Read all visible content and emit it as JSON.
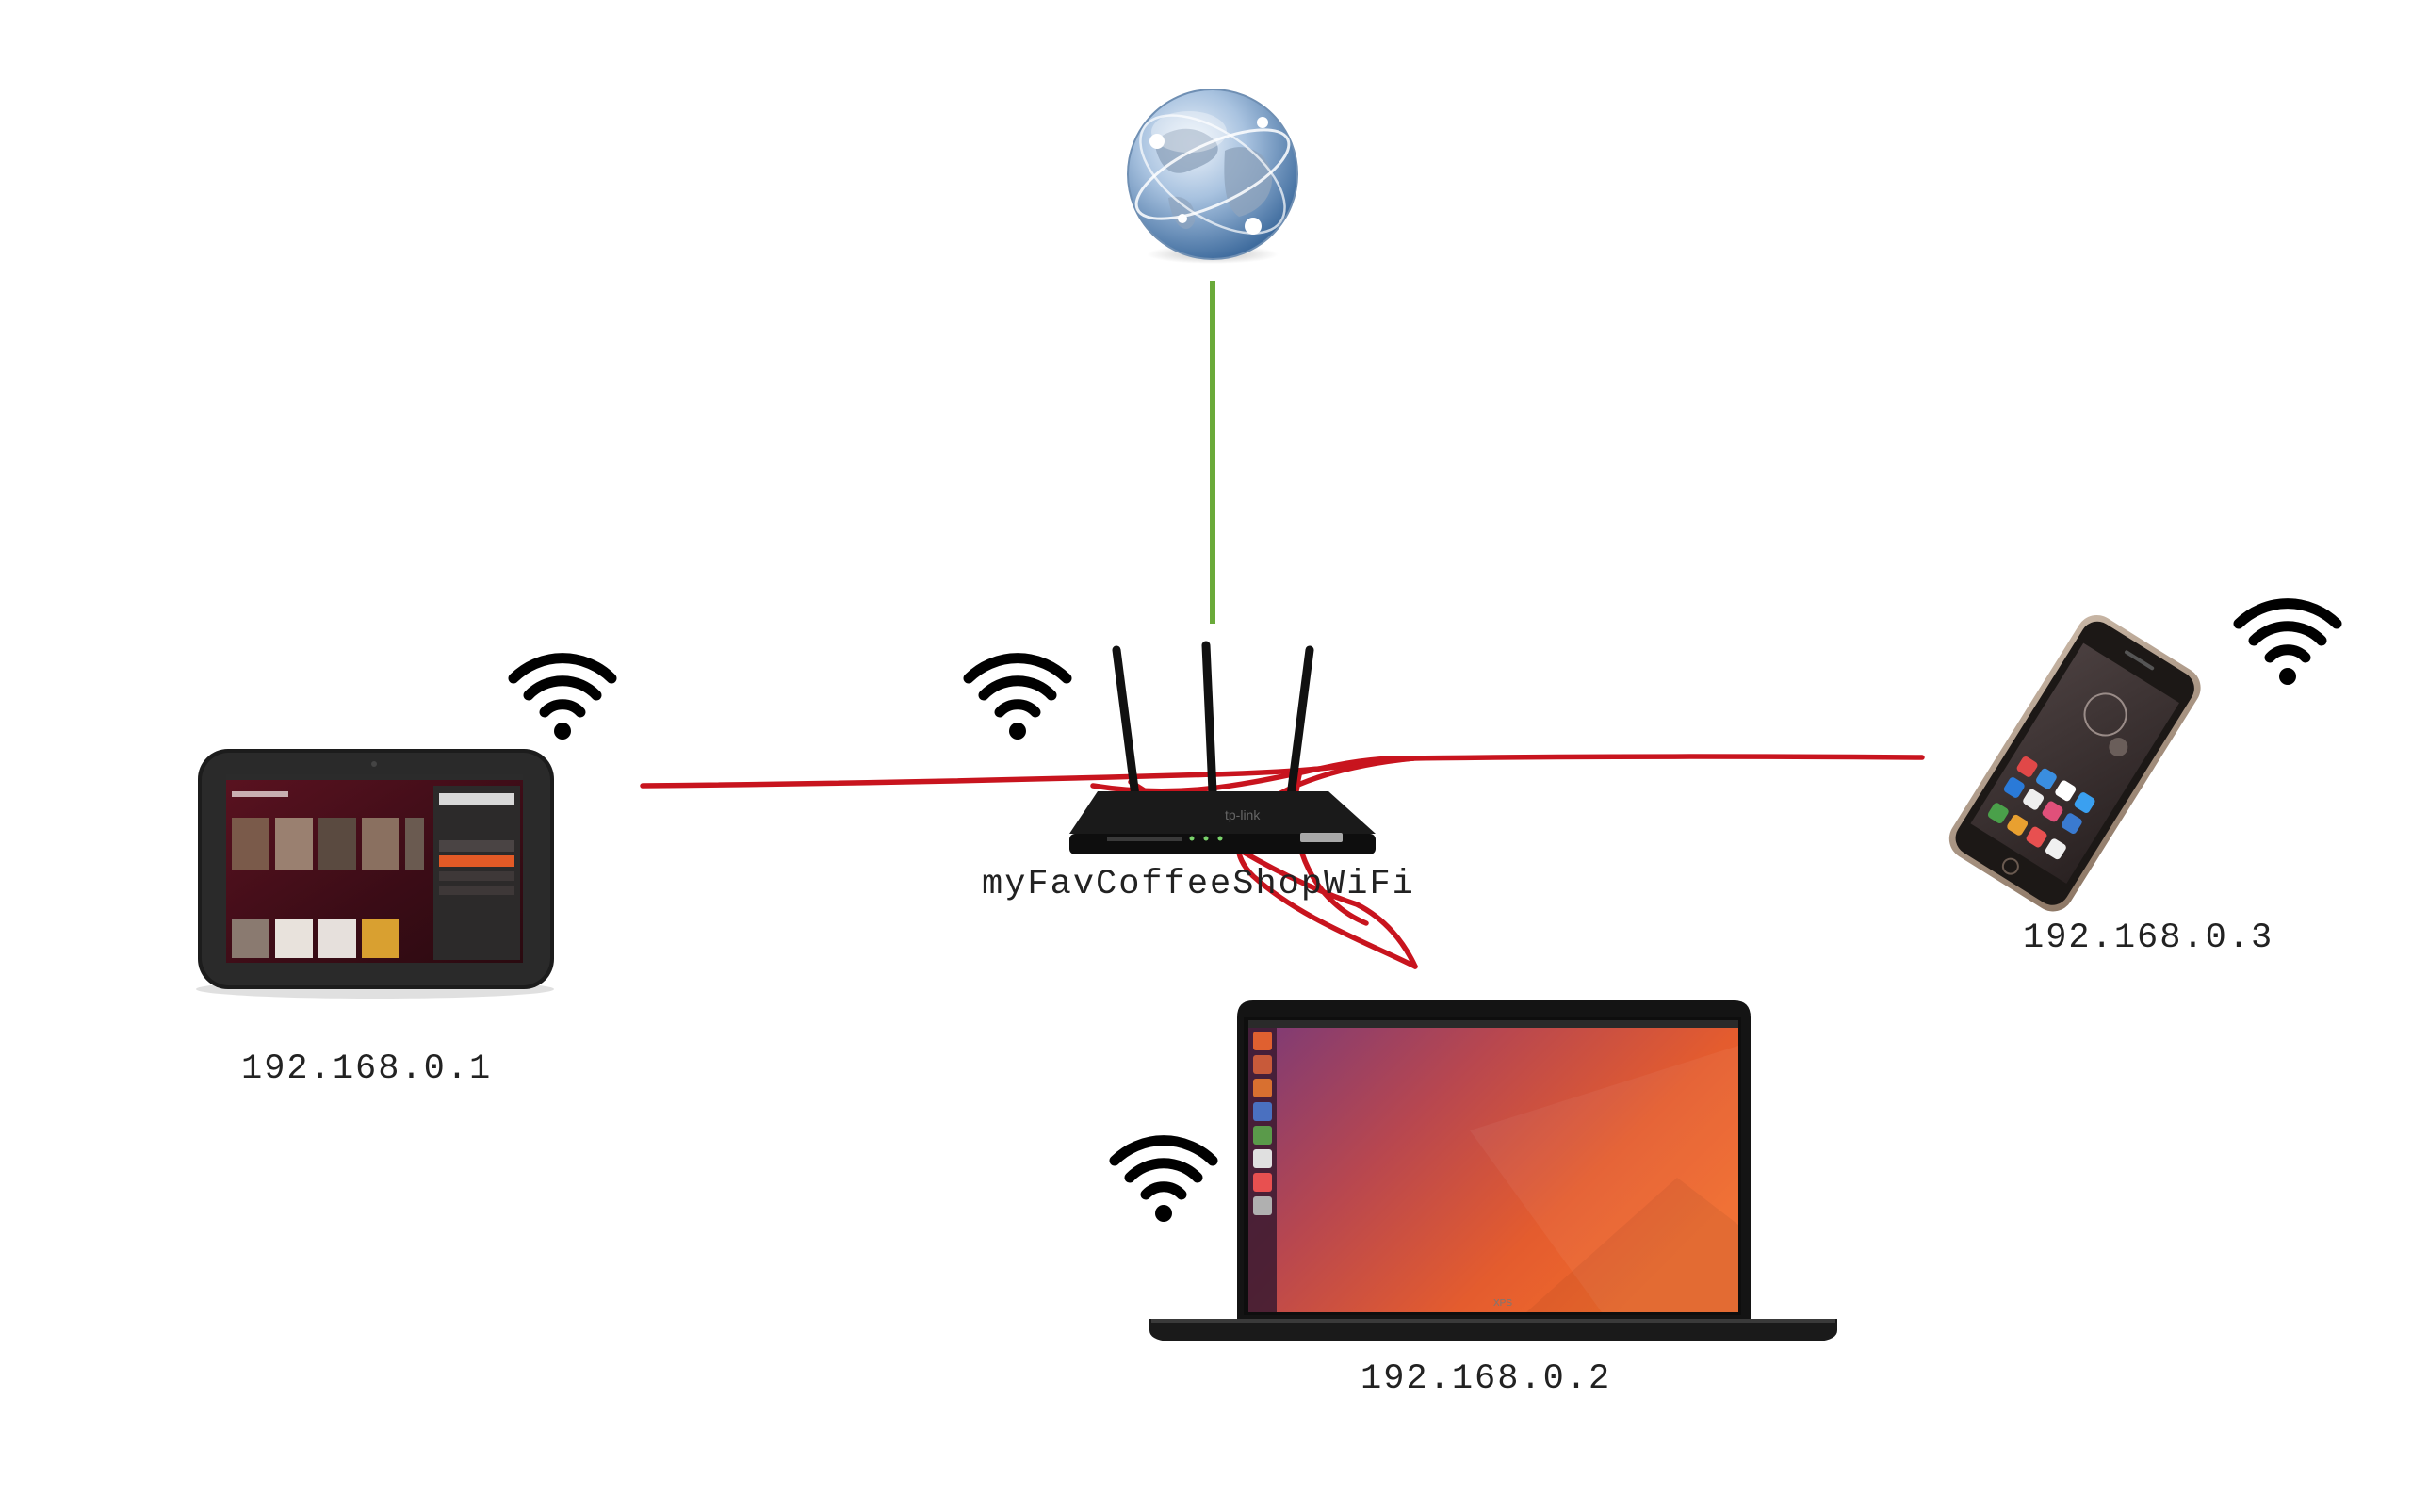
{
  "colors": {
    "uplink_line": "#6aaa3a",
    "wifi_line": "#c8141e",
    "wifi_icon": "#000000",
    "label_text": "#222222"
  },
  "network": {
    "ssid": "myFavCoffeeShopWiFi",
    "internet": {
      "icon": "globe-icon"
    },
    "router": {
      "icon": "router-icon",
      "ssid_label": "myFavCoffeeShopWiFi"
    },
    "devices": [
      {
        "name": "tablet",
        "icon": "tablet-icon",
        "ip": "192.168.0.1"
      },
      {
        "name": "laptop",
        "icon": "laptop-icon",
        "ip": "192.168.0.2"
      },
      {
        "name": "smartphone",
        "icon": "smartphone-icon",
        "ip": "192.168.0.3"
      }
    ]
  }
}
